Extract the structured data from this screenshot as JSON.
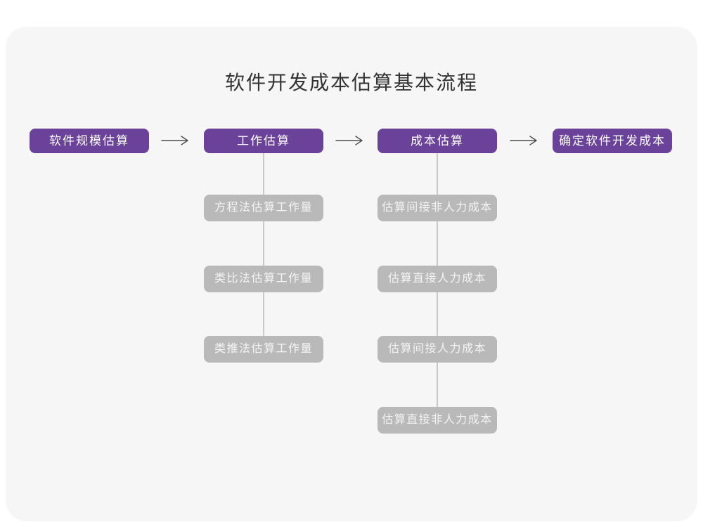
{
  "title": "软件开发成本估算基本流程",
  "colors": {
    "stage_box": "#6b4299",
    "stage_text": "#ffffff",
    "sub_box": "#b9b9b9",
    "sub_text": "#f4f4f4",
    "connector": "#c9c9c9",
    "arrow": "#4d4d4d",
    "card_background": "#f6f6f6",
    "page_background": "#ffffff",
    "title_text": "#333333"
  },
  "icons": {
    "flow_arrow": "→"
  },
  "flow": {
    "stages": [
      "软件规模估算",
      "工作估算",
      "成本估算",
      "确定软件开发成本"
    ],
    "work_estimation_methods": [
      "方程法估算工作量",
      "类比法估算工作量",
      "类推法估算工作量"
    ],
    "cost_estimation_items": [
      "估算间接非人力成本",
      "估算直接人力成本",
      "估算间接人力成本",
      "估算直接非人力成本"
    ]
  }
}
